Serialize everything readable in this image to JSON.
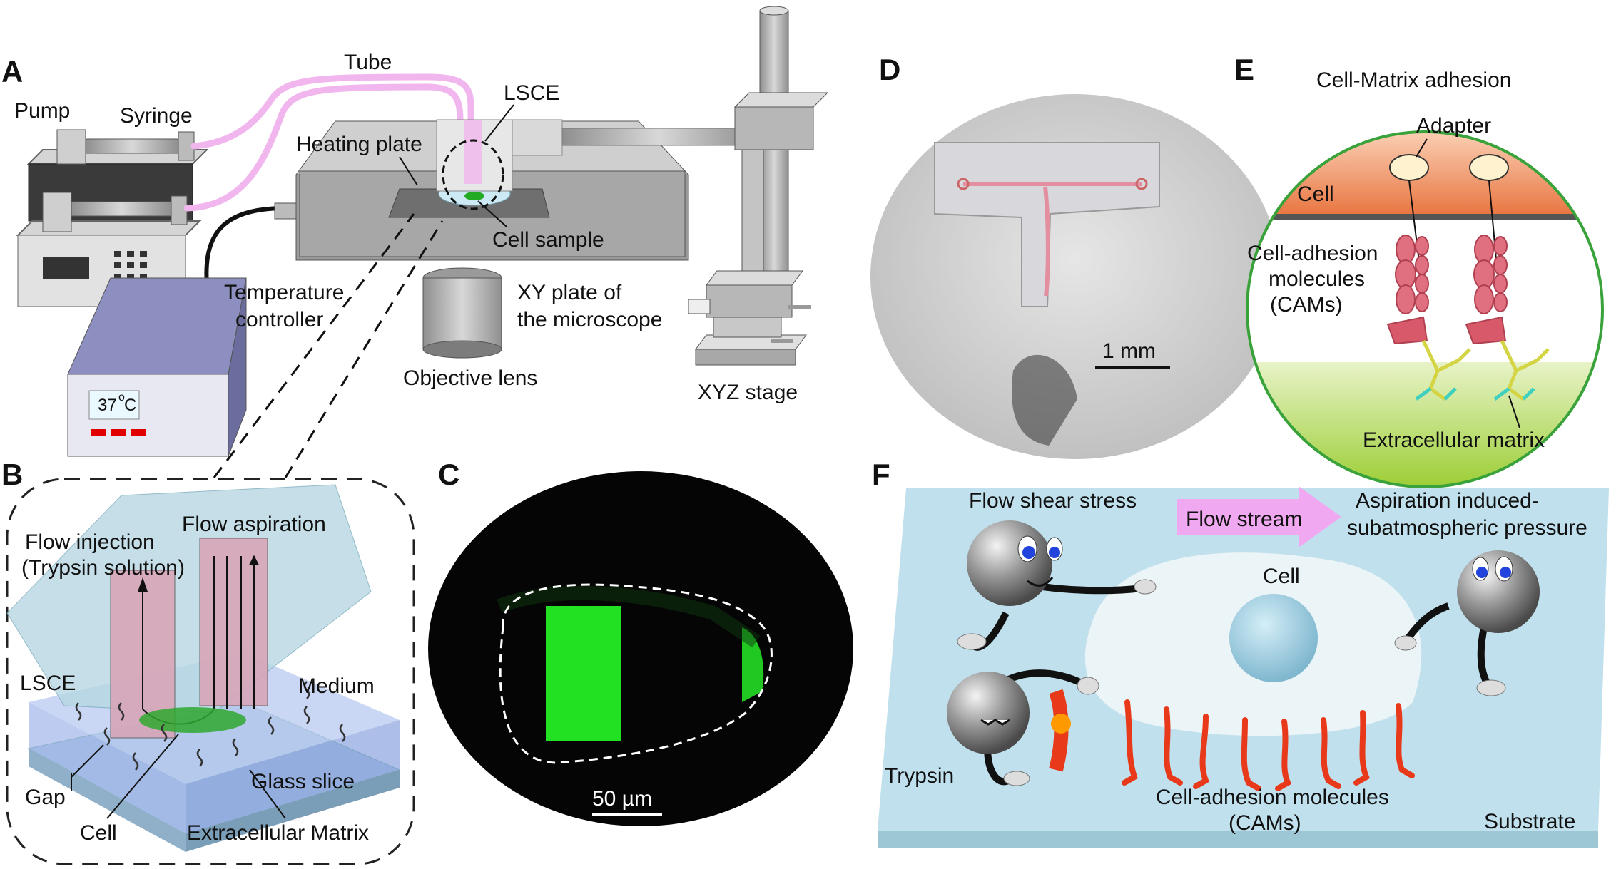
{
  "panels": {
    "A": {
      "letter": "A",
      "labels": {
        "pump": "Pump",
        "syringe": "Syringe",
        "tube": "Tube",
        "lsce": "LSCE",
        "heating_plate": "Heating plate",
        "cell_sample": "Cell sample",
        "temp_controller_1": "Temperature",
        "temp_controller_2": "controller",
        "xy_plate_1": "XY plate of",
        "xy_plate_2": "the microscope",
        "objective": "Objective lens",
        "xyz_stage": "XYZ stage",
        "temp_readout": "37",
        "temp_unit_sup": "o",
        "temp_unit": "C"
      }
    },
    "B": {
      "letter": "B",
      "labels": {
        "flow_injection_1": "Flow injection",
        "flow_injection_2": "(Trypsin solution)",
        "flow_aspiration": "Flow aspiration",
        "lsce": "LSCE",
        "medium": "Medium",
        "gap": "Gap",
        "glass_slice": "Glass slice",
        "cell": "Cell",
        "ecm": "Extracellular Matrix"
      }
    },
    "C": {
      "letter": "C",
      "scale_bar": "50 µm"
    },
    "D": {
      "letter": "D",
      "scale_bar": "1 mm"
    },
    "E": {
      "letter": "E",
      "labels": {
        "title": "Cell-Matrix adhesion",
        "adapter": "Adapter",
        "cell": "Cell",
        "cams_1": "Cell-adhesion",
        "cams_2": "molecules",
        "cams_3": "(CAMs)",
        "ecm": "Extracellular matrix"
      }
    },
    "F": {
      "letter": "F",
      "labels": {
        "flow_shear": "Flow shear stress",
        "flow_stream": "Flow stream",
        "aspiration_1": "Aspiration induced-",
        "aspiration_2": "subatmospheric pressure",
        "cell": "Cell",
        "trypsin": "Trypsin",
        "cams_1": "Cell-adhesion molecules",
        "cams_2": "(CAMs)",
        "substrate": "Substrate"
      }
    }
  },
  "colors": {
    "tube_pink": "#f2b6ee",
    "cell_orange": "#e8733e",
    "matrix_green": "#9acd32",
    "fluorescence_green": "#22e022",
    "cam_red": "#e05060",
    "substrate_blue": "#bfe0ec",
    "flow_arrow_pink": "#f0a8f0"
  }
}
